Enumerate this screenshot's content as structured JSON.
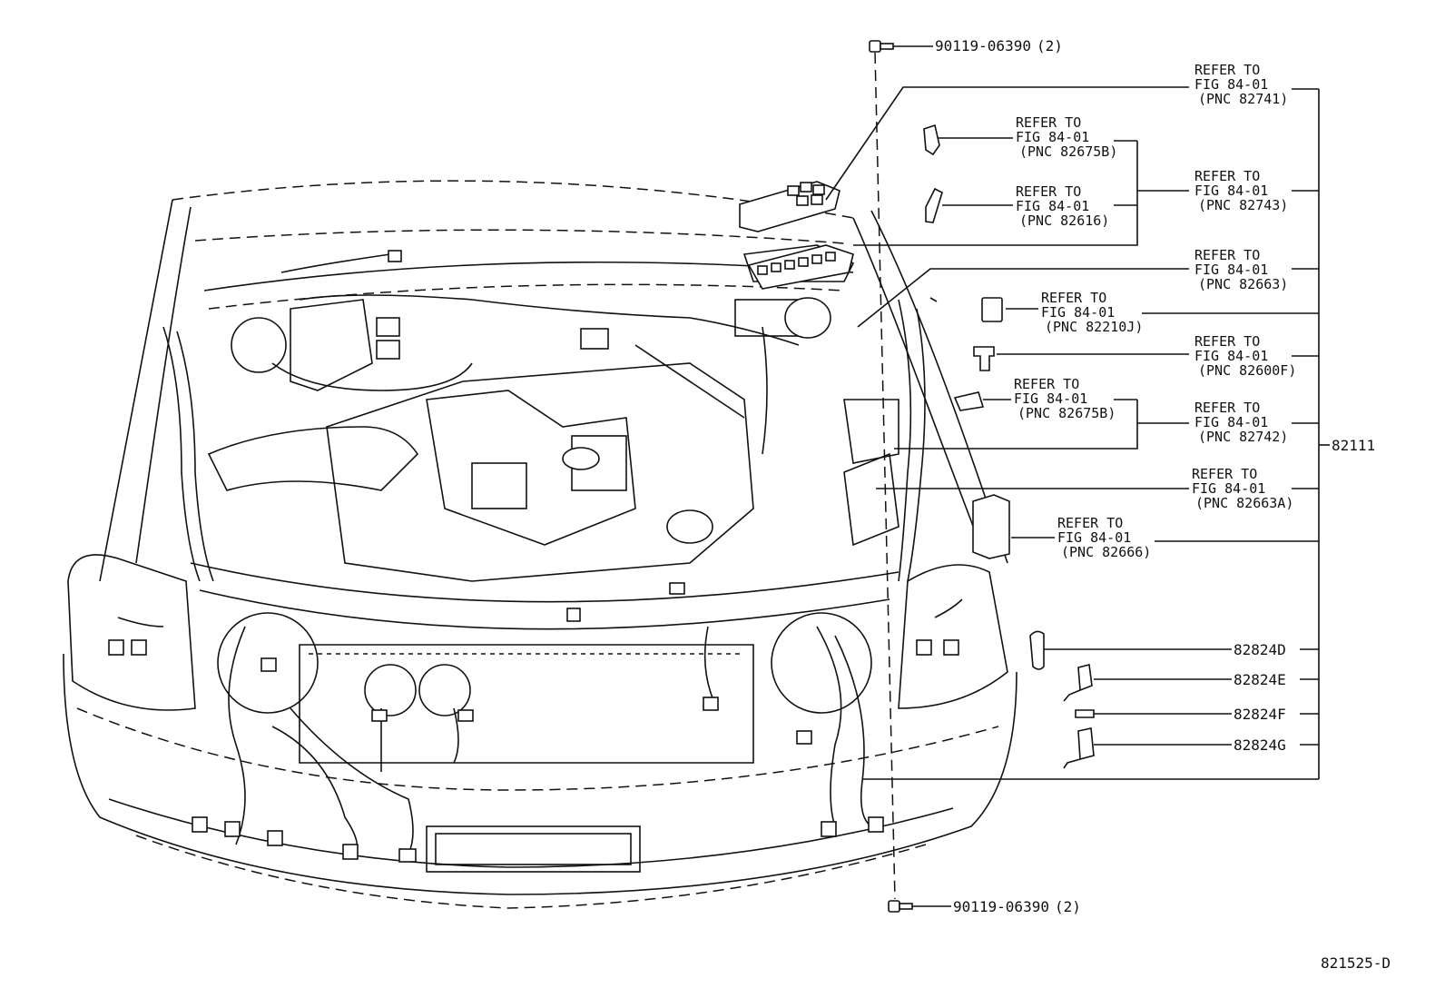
{
  "diagram": {
    "figure_code": "821525-D",
    "bolt_top": {
      "part_no": "90119-06390",
      "qty": "(2)"
    },
    "bolt_bottom": {
      "part_no": "90119-06390",
      "qty": "(2)"
    },
    "main_harness": "82111",
    "refer_heading": "REFER TO",
    "refer_fig": "FIG 84-01",
    "refs": [
      {
        "id": "r82741",
        "pnc": "(PNC 82741)"
      },
      {
        "id": "r82675b_a",
        "pnc": "(PNC 82675B)"
      },
      {
        "id": "r82743",
        "pnc": "(PNC 82743)"
      },
      {
        "id": "r82616",
        "pnc": "(PNC 82616)"
      },
      {
        "id": "r82663",
        "pnc": "(PNC 82663)"
      },
      {
        "id": "r82210j",
        "pnc": "(PNC 82210J)"
      },
      {
        "id": "r82600f",
        "pnc": "(PNC 82600F)"
      },
      {
        "id": "r82675b_b",
        "pnc": "(PNC 82675B)"
      },
      {
        "id": "r82742",
        "pnc": "(PNC 82742)"
      },
      {
        "id": "r82663a",
        "pnc": "(PNC 82663A)"
      },
      {
        "id": "r82666",
        "pnc": "(PNC 82666)"
      }
    ],
    "parts": [
      {
        "id": "p82824d",
        "part_no": "82824D"
      },
      {
        "id": "p82824e",
        "part_no": "82824E"
      },
      {
        "id": "p82824f",
        "part_no": "82824F"
      },
      {
        "id": "p82824g",
        "part_no": "82824G"
      }
    ]
  }
}
